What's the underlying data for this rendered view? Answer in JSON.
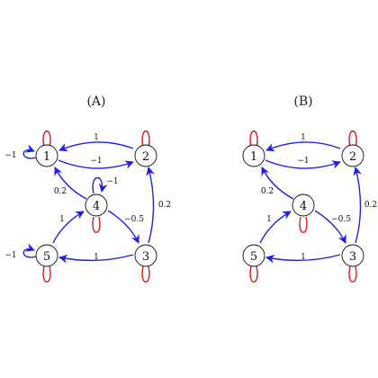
{
  "colors": {
    "positive_edge": "#1f1fe8",
    "self_loop": "#e01818",
    "node_border": "#111111"
  },
  "panels": [
    {
      "title": "(A)",
      "nodes": [
        "1",
        "2",
        "3",
        "4",
        "5"
      ],
      "edges": {
        "e21": "1",
        "e12": "−1",
        "e41": "0.2",
        "e54": "1",
        "e43": "−0.5",
        "e32": "0.2",
        "e35": "1",
        "loop4": "−1",
        "loop1": "−1",
        "loop5": "−1"
      }
    },
    {
      "title": "(B)",
      "nodes": [
        "1",
        "2",
        "3",
        "4",
        "5"
      ],
      "edges": {
        "e21": "1",
        "e12": "−1",
        "e41": "0.2",
        "e54": "1",
        "e43": "−0.5",
        "e32": "0.2",
        "e35": "1"
      }
    }
  ]
}
